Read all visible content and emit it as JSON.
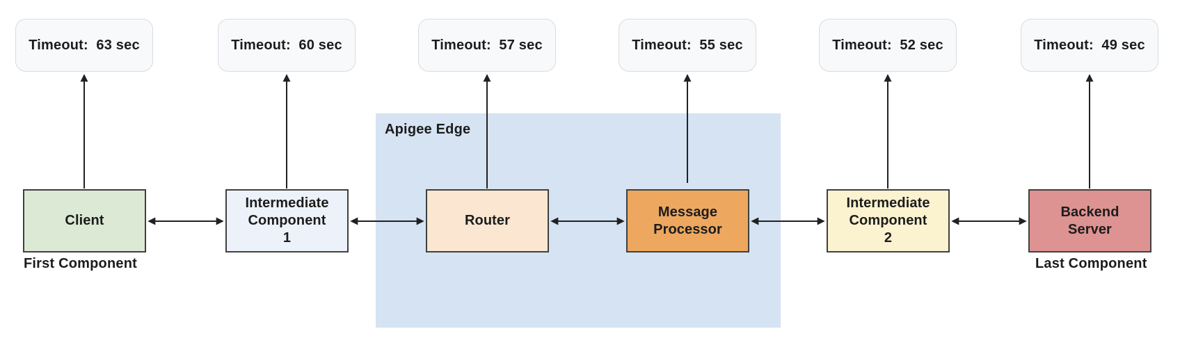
{
  "diagram": {
    "type": "component-timeout-flow",
    "region": {
      "label": "Apigee Edge",
      "fill": "#D5E3F2"
    },
    "components": [
      {
        "id": "client",
        "label": "Client",
        "fill": "#DCE9D5",
        "timeout_label": "Timeout:  63 sec",
        "timeout_seconds": 63,
        "caption": "First Component",
        "inside_region": false
      },
      {
        "id": "intermediate-component-1",
        "label": "Intermediate Component 1",
        "fill": "#EDF2FA",
        "timeout_label": "Timeout:  60 sec",
        "timeout_seconds": 60,
        "inside_region": false
      },
      {
        "id": "router",
        "label": "Router",
        "fill": "#FAE6D1",
        "timeout_label": "Timeout:  57 sec",
        "timeout_seconds": 57,
        "inside_region": true
      },
      {
        "id": "message-processor",
        "label": "Message Processor",
        "fill": "#EDA75F",
        "timeout_label": "Timeout:  55 sec",
        "timeout_seconds": 55,
        "inside_region": true
      },
      {
        "id": "intermediate-component-2",
        "label": "Intermediate Component 2",
        "fill": "#FBF2CF",
        "timeout_label": "Timeout:  52 sec",
        "timeout_seconds": 52,
        "inside_region": false
      },
      {
        "id": "backend-server",
        "label": "Backend Server",
        "fill": "#DD9391",
        "timeout_label": "Timeout:  49 sec",
        "timeout_seconds": 49,
        "caption": "Last Component",
        "inside_region": false
      }
    ],
    "styles": {
      "arrow_color": "#212121",
      "box_border_color": "#404040",
      "callout_fill": "#F8F9FB",
      "callout_border": "#D8DBDF",
      "text_color": "#1C1C1C"
    }
  }
}
